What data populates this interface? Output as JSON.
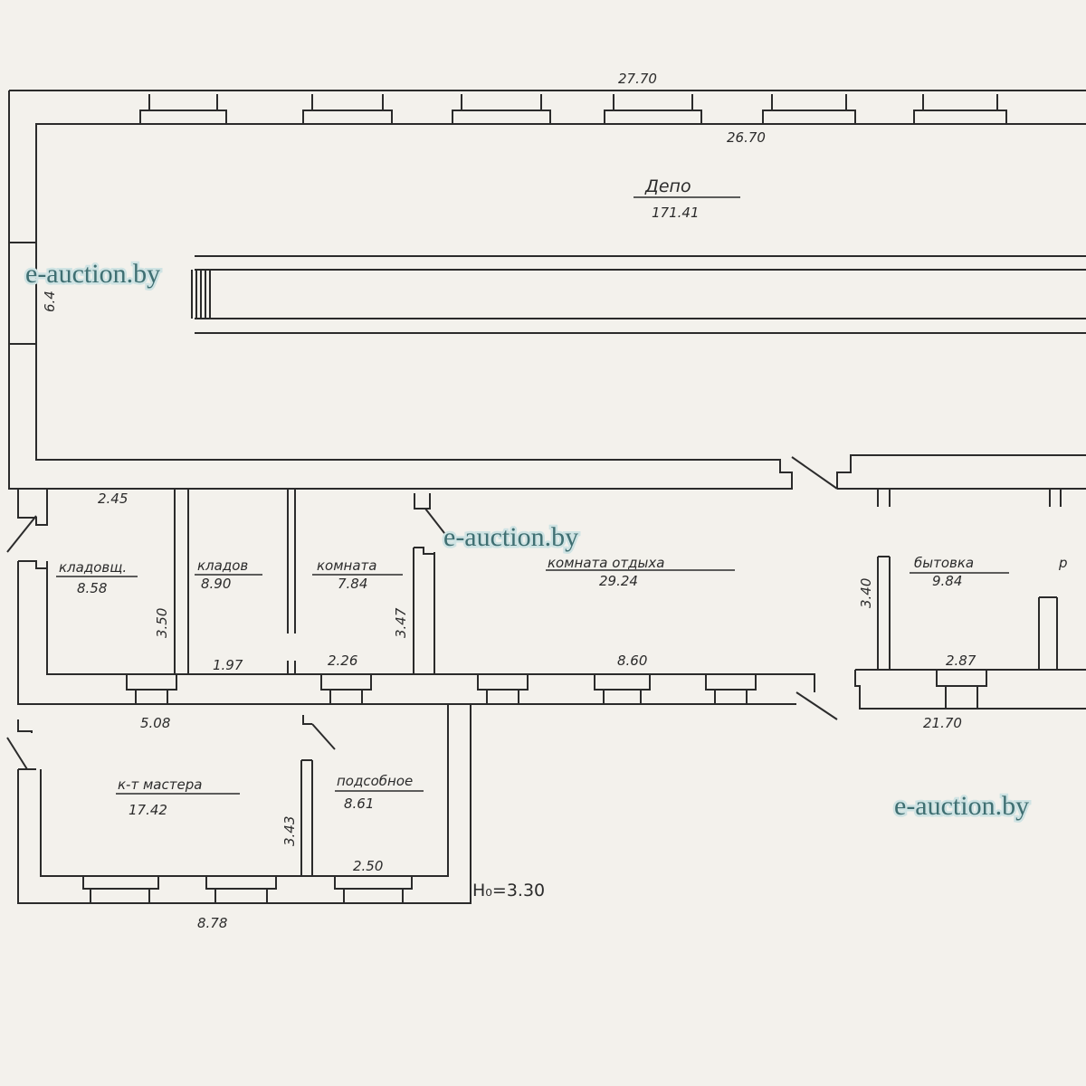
{
  "watermark": "e-auction.by",
  "dims": {
    "top_outer": "27.70",
    "top_inner": "26.70",
    "left_depot": "6.4",
    "corr_top": "2.45",
    "h1": "3.50",
    "h2": "3.47",
    "h3": "3.40",
    "w1": "1.97",
    "w2": "2.26",
    "w3": "8.60",
    "w4": "2.87",
    "w5": "5.08",
    "w6": "21.70",
    "h4": "3.43",
    "w7": "2.50",
    "w8": "8.78",
    "height": "H₀=3.30"
  },
  "rooms": [
    {
      "name": "Депо",
      "area": "171.41"
    },
    {
      "name": "кладовщ.",
      "area": "8.58"
    },
    {
      "name": "кладов",
      "area": "8.90"
    },
    {
      "name": "комната",
      "area": "7.84"
    },
    {
      "name": "комната отдыха",
      "area": "29.24"
    },
    {
      "name": "бытовка",
      "area": "9.84"
    },
    {
      "name": "р",
      "area": ""
    },
    {
      "name": "к-т мастера",
      "area": "17.42"
    },
    {
      "name": "подсобное",
      "area": "8.61"
    }
  ]
}
